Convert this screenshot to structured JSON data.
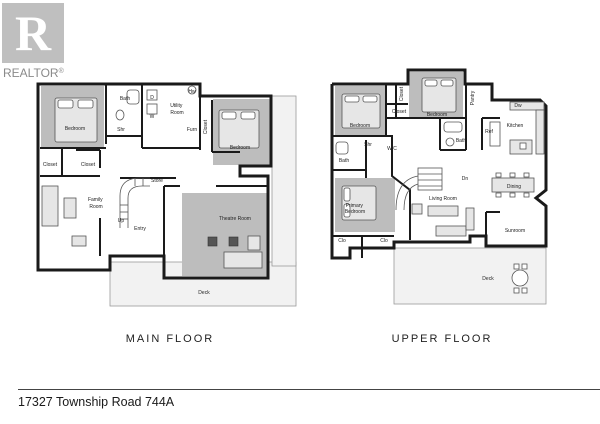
{
  "watermark": {
    "brand": "REALTOR",
    "mark": "®",
    "logo_letter": "R"
  },
  "main_floor": {
    "title": "MAIN FLOOR",
    "rooms": {
      "bedroom_left": "Bedroom",
      "bath": "Bath",
      "shr": "Shr",
      "d": "D",
      "w": "W",
      "hw": "Hw",
      "utility_room": "Utility\nRoom",
      "furn": "Furn",
      "closet_vertical": "Closet",
      "bedroom_right": "Bedroom",
      "closet_left": "Closet",
      "closet_right": "Closet",
      "store": "Store",
      "family_room": "Family\nRoom",
      "up": "Up",
      "entry": "Entry",
      "theatre_room": "Theatre Room",
      "deck": "Deck"
    }
  },
  "upper_floor": {
    "title": "UPPER FLOOR",
    "rooms": {
      "bedroom_left": "Bedroom",
      "bedroom_center": "Bedroom",
      "closet_top": "Closet",
      "closet_mid": "Closet",
      "pantry": "Pantry",
      "dw": "Dw",
      "kitchen": "Kitchen",
      "ref": "Ref",
      "bath_center": "Bath",
      "shr": "Shr",
      "wic": "W/C",
      "bath_left": "Bath",
      "dn": "Dn",
      "dining": "Dining",
      "primary_bedroom": "Primary\nBedroom",
      "living_room": "Living Room",
      "sunroom": "Sunroom",
      "clo_left": "Clo",
      "clo_right": "Clo",
      "deck": "Deck"
    }
  },
  "footer": {
    "address": "17327 Township Road 744A"
  }
}
